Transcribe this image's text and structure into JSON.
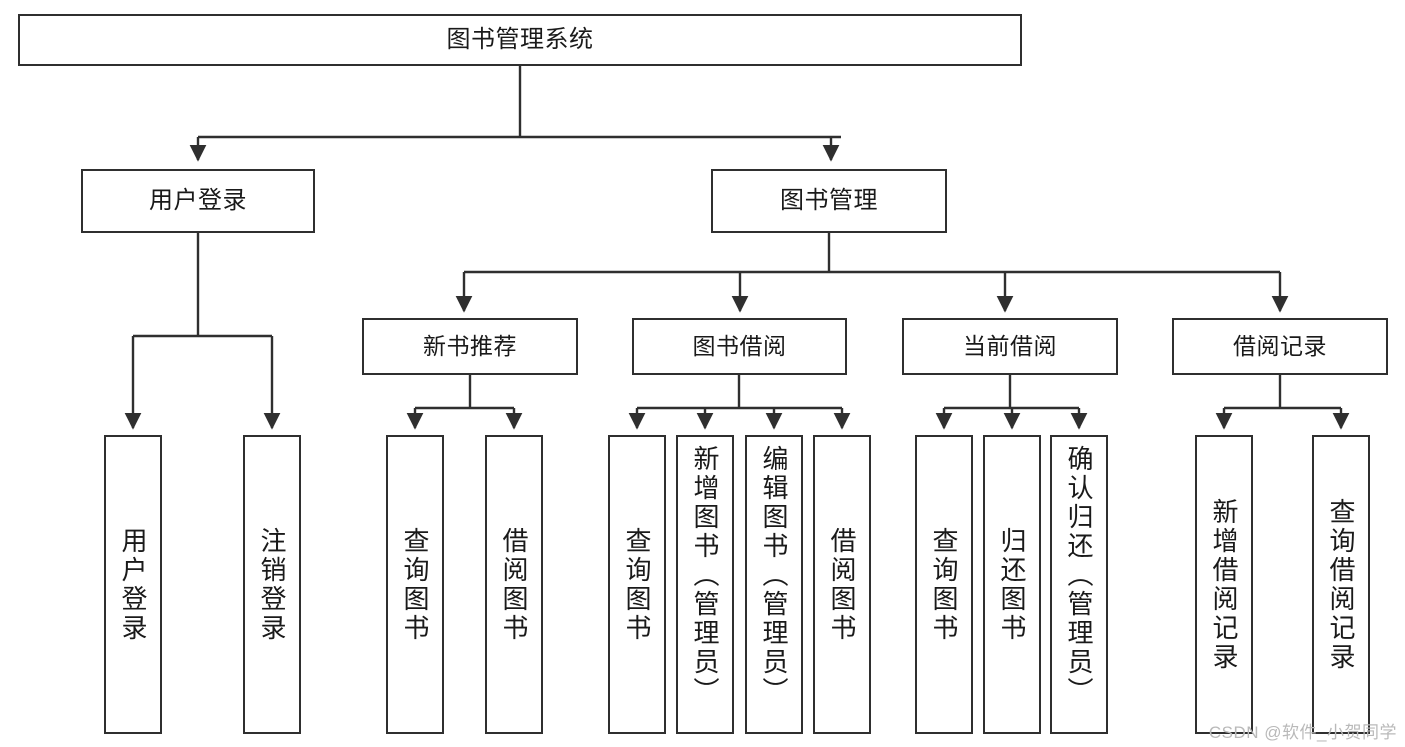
{
  "diagram": {
    "title": "图书管理系统",
    "type": "tree",
    "watermark": "CSDN @软件_小贺同学",
    "colors": {
      "box_border": "#2f2f2f",
      "box_fill": "#ffffff",
      "edge": "#2f2f2f",
      "text": "#1a1a1a",
      "watermark": "#b9b9b9"
    },
    "nodes": {
      "root": {
        "label": "图书管理系统",
        "level": 1,
        "orientation": "horizontal"
      },
      "user_login": {
        "label": "用户登录",
        "level": 2,
        "orientation": "horizontal"
      },
      "book_manage": {
        "label": "图书管理",
        "level": 2,
        "orientation": "horizontal"
      },
      "new_book_rec": {
        "label": "新书推荐",
        "level": 3,
        "orientation": "horizontal"
      },
      "book_borrow": {
        "label": "图书借阅",
        "level": 3,
        "orientation": "horizontal"
      },
      "current_borrow": {
        "label": "当前借阅",
        "level": 3,
        "orientation": "horizontal"
      },
      "borrow_record": {
        "label": "借阅记录",
        "level": 3,
        "orientation": "horizontal"
      },
      "leaf_user_login": {
        "label": "用户登录",
        "level": 4,
        "orientation": "vertical"
      },
      "leaf_logout": {
        "label": "注销登录",
        "level": 4,
        "orientation": "vertical"
      },
      "leaf_query_book_1": {
        "label": "查询图书",
        "level": 4,
        "orientation": "vertical"
      },
      "leaf_borrow_book_1": {
        "label": "借阅图书",
        "level": 4,
        "orientation": "vertical"
      },
      "leaf_query_book_2": {
        "label": "查询图书",
        "level": 4,
        "orientation": "vertical"
      },
      "leaf_add_book": {
        "label": "新增图书（管理员）",
        "level": 4,
        "orientation": "vertical"
      },
      "leaf_edit_book": {
        "label": "编辑图书（管理员）",
        "level": 4,
        "orientation": "vertical"
      },
      "leaf_borrow_book_2": {
        "label": "借阅图书",
        "level": 4,
        "orientation": "vertical"
      },
      "leaf_query_book_3": {
        "label": "查询图书",
        "level": 4,
        "orientation": "vertical"
      },
      "leaf_return_book": {
        "label": "归还图书",
        "level": 4,
        "orientation": "vertical"
      },
      "leaf_confirm_return": {
        "label": "确认归还（管理员）",
        "level": 4,
        "orientation": "vertical"
      },
      "leaf_add_record": {
        "label": "新增借阅记录",
        "level": 4,
        "orientation": "vertical"
      },
      "leaf_query_record": {
        "label": "查询借阅记录",
        "level": 4,
        "orientation": "vertical"
      }
    },
    "edges": [
      {
        "from": "root",
        "to": "user_login"
      },
      {
        "from": "root",
        "to": "book_manage"
      },
      {
        "from": "user_login",
        "to": "leaf_user_login"
      },
      {
        "from": "user_login",
        "to": "leaf_logout"
      },
      {
        "from": "book_manage",
        "to": "new_book_rec"
      },
      {
        "from": "book_manage",
        "to": "book_borrow"
      },
      {
        "from": "book_manage",
        "to": "current_borrow"
      },
      {
        "from": "book_manage",
        "to": "borrow_record"
      },
      {
        "from": "new_book_rec",
        "to": "leaf_query_book_1"
      },
      {
        "from": "new_book_rec",
        "to": "leaf_borrow_book_1"
      },
      {
        "from": "book_borrow",
        "to": "leaf_query_book_2"
      },
      {
        "from": "book_borrow",
        "to": "leaf_add_book"
      },
      {
        "from": "book_borrow",
        "to": "leaf_edit_book"
      },
      {
        "from": "book_borrow",
        "to": "leaf_borrow_book_2"
      },
      {
        "from": "current_borrow",
        "to": "leaf_query_book_3"
      },
      {
        "from": "current_borrow",
        "to": "leaf_return_book"
      },
      {
        "from": "current_borrow",
        "to": "leaf_confirm_return"
      },
      {
        "from": "borrow_record",
        "to": "leaf_add_record"
      },
      {
        "from": "borrow_record",
        "to": "leaf_query_record"
      }
    ]
  }
}
